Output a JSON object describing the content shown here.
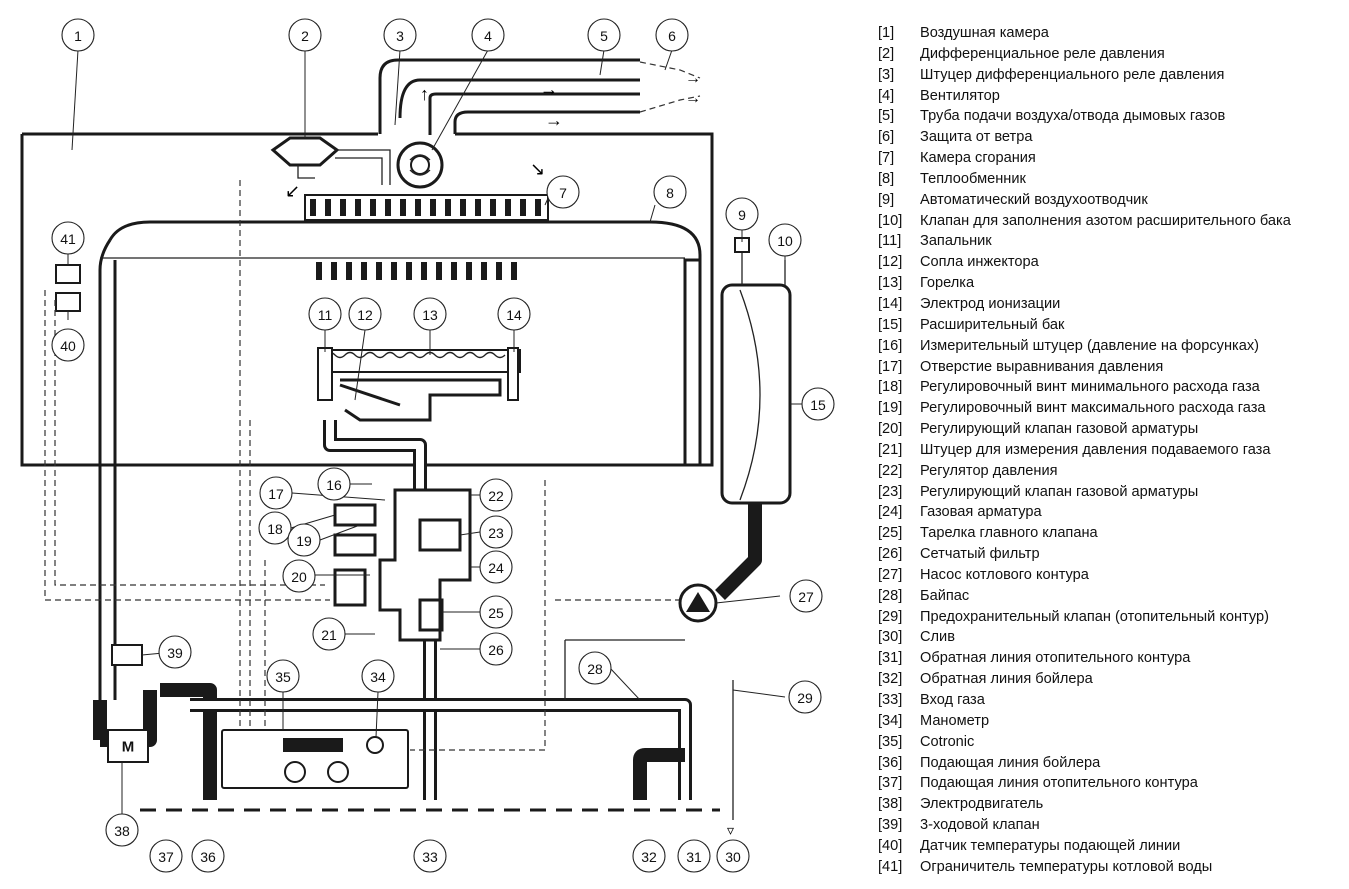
{
  "motor_label": "M",
  "callouts": [
    {
      "n": "1"
    },
    {
      "n": "2"
    },
    {
      "n": "3"
    },
    {
      "n": "4"
    },
    {
      "n": "5"
    },
    {
      "n": "6"
    },
    {
      "n": "7"
    },
    {
      "n": "8"
    },
    {
      "n": "9"
    },
    {
      "n": "10"
    },
    {
      "n": "11"
    },
    {
      "n": "12"
    },
    {
      "n": "13"
    },
    {
      "n": "14"
    },
    {
      "n": "15"
    },
    {
      "n": "16"
    },
    {
      "n": "17"
    },
    {
      "n": "18"
    },
    {
      "n": "19"
    },
    {
      "n": "20"
    },
    {
      "n": "21"
    },
    {
      "n": "22"
    },
    {
      "n": "23"
    },
    {
      "n": "24"
    },
    {
      "n": "25"
    },
    {
      "n": "26"
    },
    {
      "n": "27"
    },
    {
      "n": "28"
    },
    {
      "n": "29"
    },
    {
      "n": "30"
    },
    {
      "n": "31"
    },
    {
      "n": "32"
    },
    {
      "n": "33"
    },
    {
      "n": "34"
    },
    {
      "n": "35"
    },
    {
      "n": "36"
    },
    {
      "n": "37"
    },
    {
      "n": "38"
    },
    {
      "n": "39"
    },
    {
      "n": "40"
    },
    {
      "n": "41"
    }
  ],
  "legend": [
    {
      "num": "[1]",
      "text": "Воздушная камера"
    },
    {
      "num": "[2]",
      "text": "Дифференциальное реле давления"
    },
    {
      "num": "[3]",
      "text": "Штуцер дифференциального реле давления"
    },
    {
      "num": "[4]",
      "text": "Вентилятор"
    },
    {
      "num": "[5]",
      "text": "Труба подачи воздуха/отвода дымовых газов"
    },
    {
      "num": "[6]",
      "text": "Защита от ветра"
    },
    {
      "num": "[7]",
      "text": "Камера сгорания"
    },
    {
      "num": "[8]",
      "text": "Теплообменник"
    },
    {
      "num": "[9]",
      "text": "Автоматический воздухоотводчик"
    },
    {
      "num": "[10]",
      "text": "Клапан для заполнения азотом расширительного бака"
    },
    {
      "num": "[11]",
      "text": "Запальник"
    },
    {
      "num": "[12]",
      "text": "Сопла инжектора"
    },
    {
      "num": "[13]",
      "text": "Горелка"
    },
    {
      "num": "[14]",
      "text": "Электрод ионизации"
    },
    {
      "num": "[15]",
      "text": "Расширительный бак"
    },
    {
      "num": "[16]",
      "text": "Измерительный штуцер (давление на форсунках)"
    },
    {
      "num": "[17]",
      "text": "Отверстие выравнивания давления"
    },
    {
      "num": "[18]",
      "text": "Регулировочный винт минимального расхода газа"
    },
    {
      "num": "[19]",
      "text": "Регулировочный винт максимального расхода газа"
    },
    {
      "num": "[20]",
      "text": "Регулирующий клапан газовой арматуры"
    },
    {
      "num": "[21]",
      "text": "Штуцер для измерения давления подаваемого газа"
    },
    {
      "num": "[22]",
      "text": "Регулятор давления"
    },
    {
      "num": "[23]",
      "text": "Регулирующий клапан газовой арматуры"
    },
    {
      "num": "[24]",
      "text": "Газовая арматура"
    },
    {
      "num": "[25]",
      "text": "Тарелка главного клапана"
    },
    {
      "num": "[26]",
      "text": "Сетчатый фильтр"
    },
    {
      "num": "[27]",
      "text": "Насос котлового контура"
    },
    {
      "num": "[28]",
      "text": "Байпас"
    },
    {
      "num": "[29]",
      "text": "Предохранительный клапан (отопительный контур)"
    },
    {
      "num": "[30]",
      "text": "Слив"
    },
    {
      "num": "[31]",
      "text": "Обратная линия отопительного контура"
    },
    {
      "num": "[32]",
      "text": "Обратная линия бойлера"
    },
    {
      "num": "[33]",
      "text": "Вход газа"
    },
    {
      "num": "[34]",
      "text": "Манометр"
    },
    {
      "num": "[35]",
      "text": "Cotronic"
    },
    {
      "num": "[36]",
      "text": "Подающая линия бойлера"
    },
    {
      "num": "[37]",
      "text": "Подающая линия отопительного контура"
    },
    {
      "num": "[38]",
      "text": "Электродвигатель"
    },
    {
      "num": "[39]",
      "text": "3-ходовой клапан"
    },
    {
      "num": "[40]",
      "text": "Датчик температуры подающей линии"
    },
    {
      "num": "[41]",
      "text": "Ограничитель температуры котловой воды"
    }
  ]
}
